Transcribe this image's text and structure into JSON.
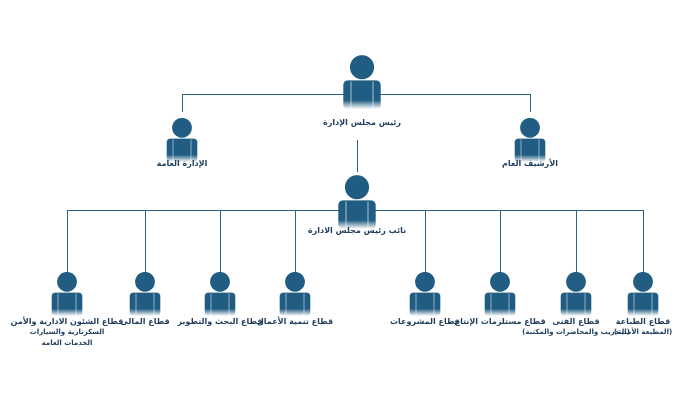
{
  "colors": {
    "node": "#215d82",
    "text": "#1f3d5c",
    "line": "#2d6385"
  },
  "chairman": {
    "label": "رئيس مجلس الإدارة"
  },
  "general_admin": {
    "label": "الإدارة العامة"
  },
  "general_archive": {
    "label": "الأرشيف العام"
  },
  "deputy": {
    "label": "نائب رئيس مجلس الادارة"
  },
  "sectors": [
    {
      "label": "قطاع الشئون الادارية والأمن",
      "sub1": "السكرتارية والسيارات",
      "sub2": "الخدمات العامة"
    },
    {
      "label": "قطاع المالى"
    },
    {
      "label": "قطاع البحث والتطوير"
    },
    {
      "label": "قطاع تنمية الأعمال"
    },
    {
      "label": "قطاع المشروعات"
    },
    {
      "label": "قطاع مستلزمات الإنتاج"
    },
    {
      "label": "قطاع الفنى",
      "sub1": "(التدريب والمحاضرات والمكتبة)"
    },
    {
      "label": "قطاع الطباعة",
      "sub1": "(المطبعة الأمنية)"
    }
  ]
}
